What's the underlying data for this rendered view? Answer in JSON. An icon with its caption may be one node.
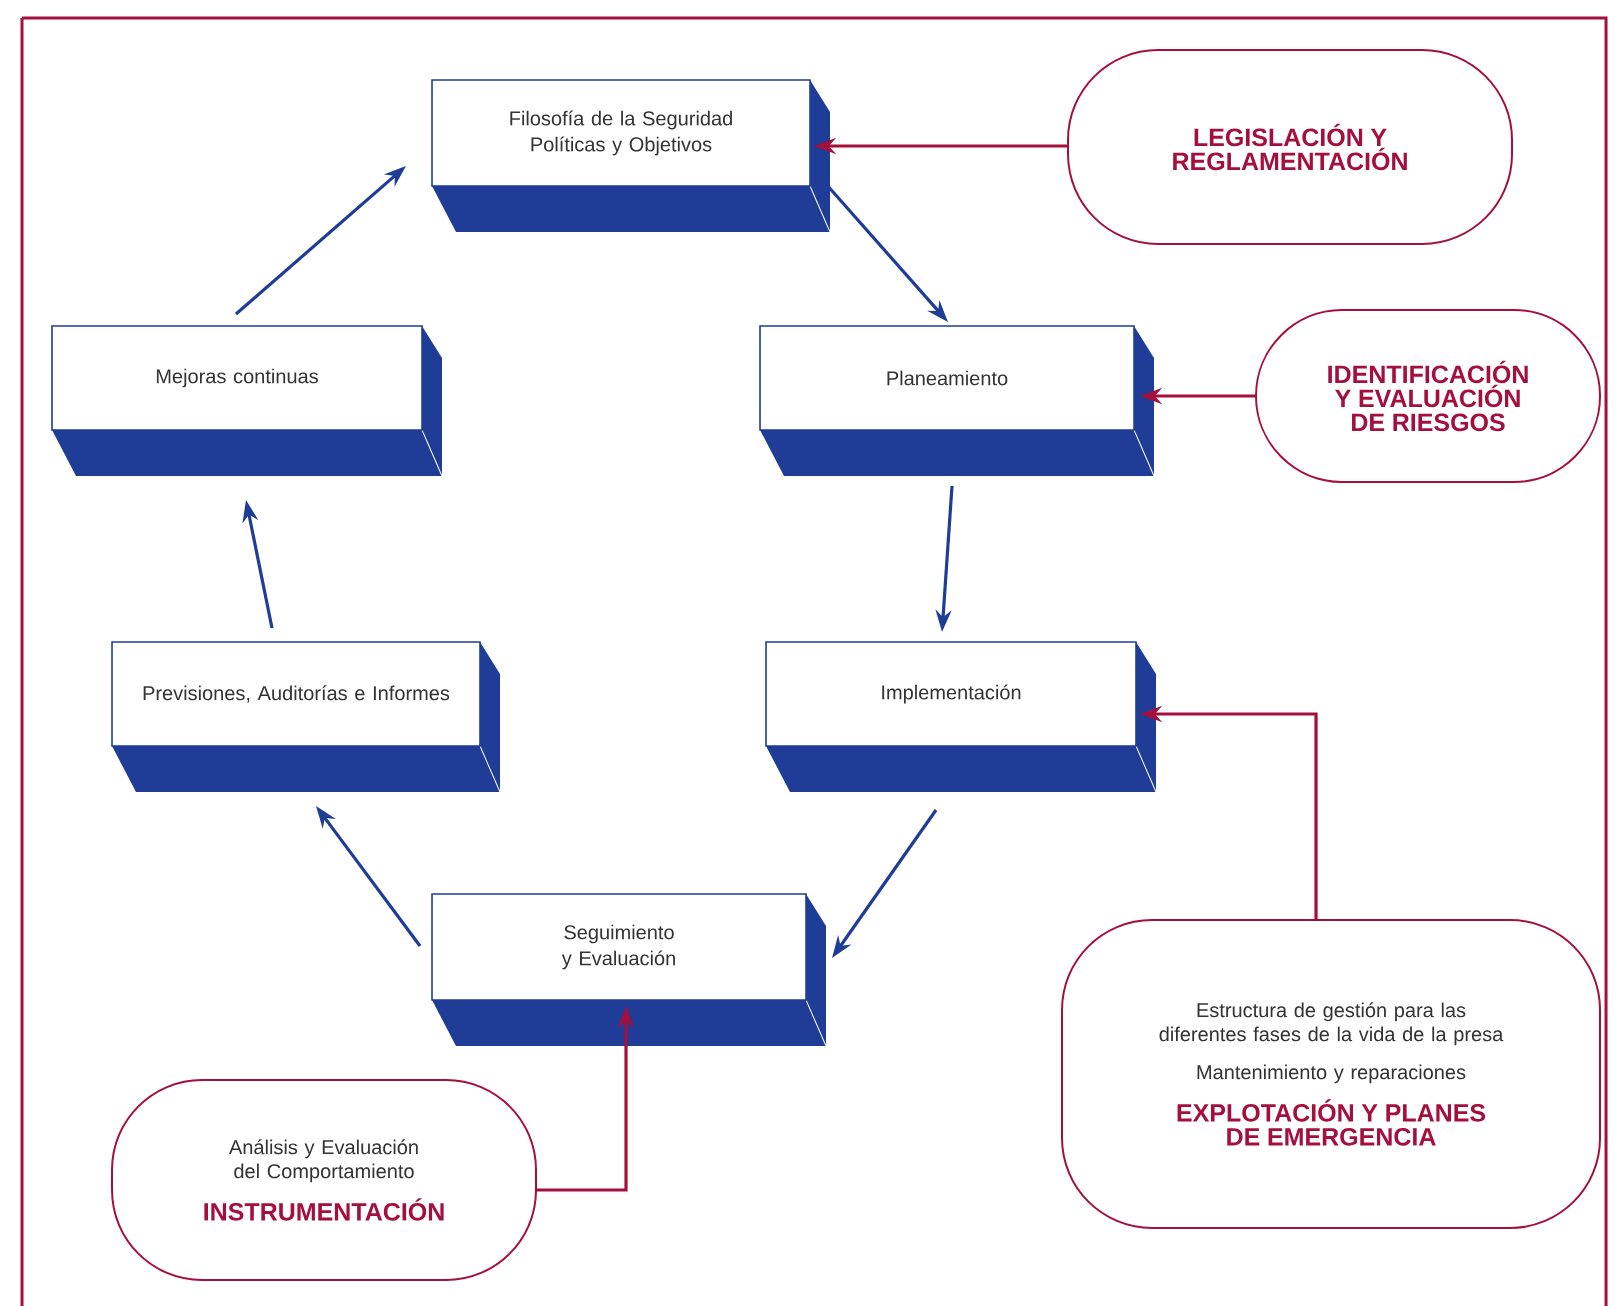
{
  "diagram": {
    "nodes": [
      {
        "text": [
          "Filosofía de la Seguridad Políticas y Objetivos"
        ]
      },
      {
        "text": [
          "LEGISLACIÓN Y REGLAMENTACIÓN"
        ]
      },
      {
        "text": [
          "Mejoras continuas"
        ]
      },
      {
        "text": [
          "Planeamiento"
        ]
      },
      {
        "text": [
          "IDENTIFICACIÓN Y EVALUACIÓN DE RIESGOS"
        ]
      },
      {
        "text": [
          "Previsiones, Auditorías e Informes"
        ]
      },
      {
        "text": [
          "Implementación"
        ]
      },
      {
        "text": [
          "Seguimiento y Evaluación"
        ]
      },
      {
        "text": [
          "Análisis y Evaluación del Comportamiento",
          "INSTRUMENTACIÓN"
        ]
      },
      {
        "text": [
          "Estructura de gestión para las diferentes fases de la vida de la presa",
          "Mantenimiento y reparaciones",
          "EXPLOTACIÓN Y PLANES DE EMERGENCIA"
        ]
      }
    ],
    "edges": [
      {
        "from": 2,
        "to": 0,
        "arrow": "to"
      },
      {
        "from": 0,
        "to": 3,
        "arrow": "to"
      },
      {
        "from": 3,
        "to": 6,
        "arrow": "to"
      },
      {
        "from": 6,
        "to": 7,
        "arrow": "to"
      },
      {
        "from": 7,
        "to": 5,
        "arrow": "to"
      },
      {
        "from": 5,
        "to": 2,
        "arrow": "to"
      },
      {
        "from": 1,
        "to": 0,
        "arrow": "to",
        "color": "#a50f3c"
      },
      {
        "from": 4,
        "to": 3,
        "arrow": "to",
        "color": "#a50f3c"
      },
      {
        "from": 9,
        "to": 6,
        "arrow": "to",
        "color": "#a50f3c"
      },
      {
        "from": 8,
        "to": 7,
        "arrow": "to",
        "color": "#a50f3c"
      }
    ]
  }
}
